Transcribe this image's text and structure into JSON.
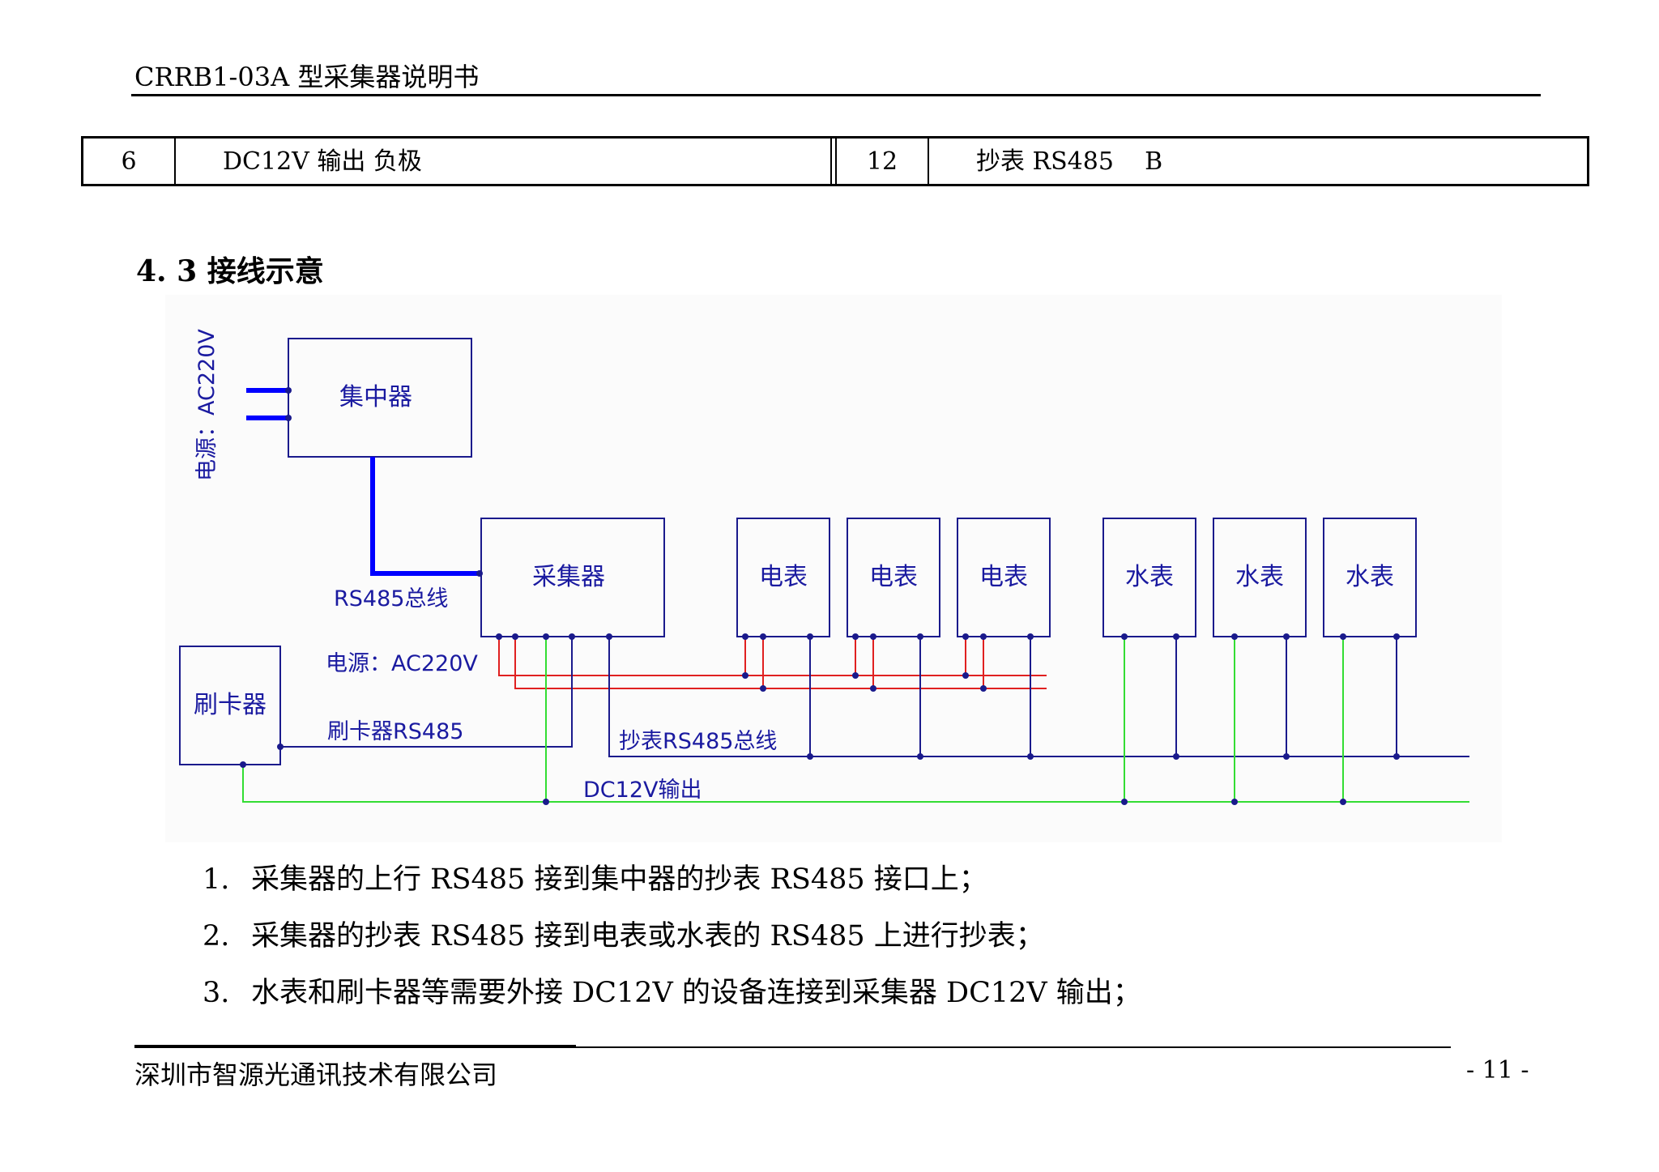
{
  "header": {
    "title": "CRRB1-03A 型采集器说明书"
  },
  "pin_table": {
    "row": [
      {
        "pin": "6",
        "desc": "DC12V 输出 负极"
      },
      {
        "pin": "12",
        "desc": "抄表 RS485    B"
      }
    ]
  },
  "section": {
    "title": "4. 3 接线示意"
  },
  "diagram": {
    "power_label_vertical": "电源：AC220V",
    "concentrator": "集中器",
    "collector": "采集器",
    "rs485_bus_label": "RS485总线",
    "collector_power_label": "电源：AC220V",
    "card_reader": "刷卡器",
    "card_reader_rs485_label": "刷卡器RS485",
    "meter_rs485_bus_label": "抄表RS485总线",
    "dc12v_label": "DC12V输出",
    "electric_meters": [
      "电表",
      "电表",
      "电表"
    ],
    "water_meters": [
      "水表",
      "水表",
      "水表"
    ],
    "colors": {
      "device": "#1a1a8c",
      "rs485": "#0000ff",
      "power": "#e02020",
      "dc12v": "#33dd33",
      "label": "#1a1aa0"
    }
  },
  "notes": [
    {
      "num": "1.",
      "text": "采集器的上行 RS485 接到集中器的抄表 RS485 接口上；"
    },
    {
      "num": "2.",
      "text": "采集器的抄表 RS485 接到电表或水表的 RS485 上进行抄表；"
    },
    {
      "num": "3.",
      "text": "水表和刷卡器等需要外接 DC12V 的设备连接到采集器 DC12V 输出；"
    }
  ],
  "footer": {
    "company": "深圳市智源光通讯技术有限公司",
    "page": "- 11 -"
  }
}
